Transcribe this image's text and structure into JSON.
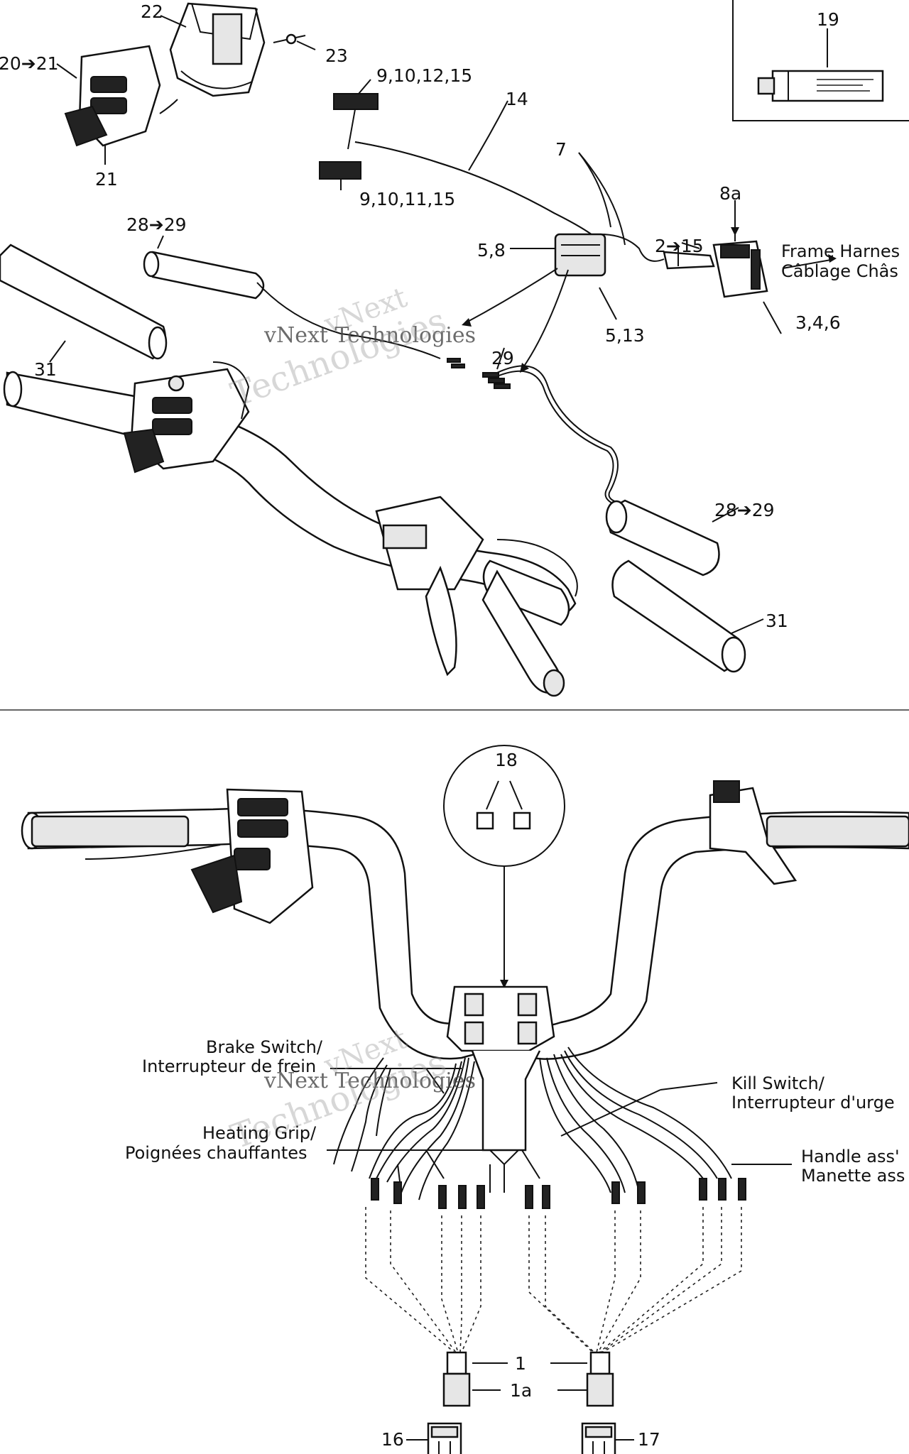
{
  "callouts": {
    "c22": "22",
    "c20_21": "20➔21",
    "c23": "23",
    "c21": "21",
    "c19": "19",
    "c9_10_12_15": "9,10,12,15",
    "c14": "14",
    "c7": "7",
    "c9_10_11_15": "9,10,11,15",
    "c8a": "8a",
    "c28_29_top": "28➔29",
    "c5_8": "5,8",
    "c2_15": "2➔15",
    "c31_left": "31",
    "c29": "29",
    "c5_13": "5,13",
    "c3_4_6": "3,4,6",
    "c28_29_right": "28➔29",
    "c31_right": "31",
    "c18": "18",
    "c1": "1",
    "c1a": "1a",
    "c16": "16",
    "c17": "17"
  },
  "text_labels": {
    "frame_harness_en": "Frame Harnes",
    "frame_harness_fr": "Câblage Châs",
    "brake_switch_en": "Brake Switch/",
    "brake_switch_fr": "Interrupteur de frein",
    "heating_grip_en": "Heating Grip/",
    "heating_grip_fr": "Poignées chauffantes",
    "kill_switch_en": "Kill Switch/",
    "kill_switch_fr": "Interrupteur d'urge",
    "handle_en": "Handle ass'",
    "handle_fr": "Manette ass"
  },
  "watermarks": {
    "line1": "vNext",
    "line2": "vNext Technologies",
    "line3": "Technologies"
  }
}
